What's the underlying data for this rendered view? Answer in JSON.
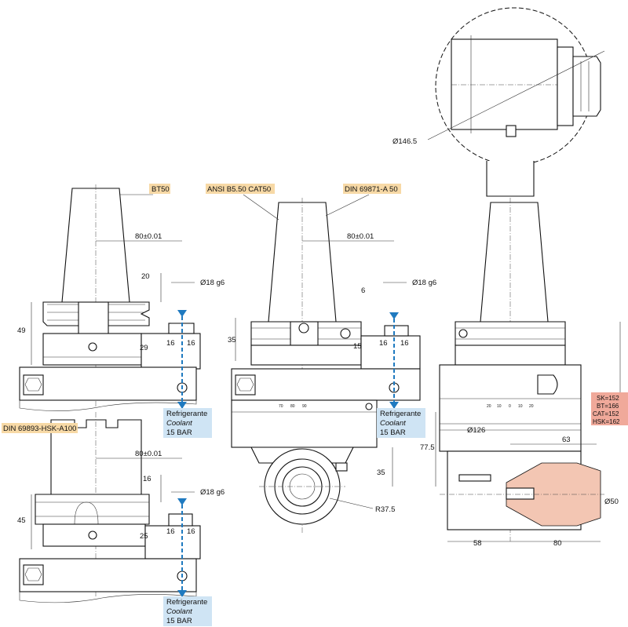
{
  "tags": {
    "bt50": "BT50",
    "ansi": "ANSI B5.50 CAT50",
    "din69871": "DIN 69871-A 50",
    "din69893": "DIN 69893-HSK-A100"
  },
  "dims": {
    "d146": "Ø146.5",
    "offset80_a": "80±0.01",
    "offset80_b": "80±0.01",
    "offset80_c": "80±0.01",
    "d18_a": "Ø18 g6",
    "d18_b": "Ø18 g6",
    "d18_c": "Ø18 g6",
    "v20": "20",
    "v49": "49",
    "v29": "29",
    "v16a1": "16",
    "v16a2": "16",
    "v6": "6",
    "v35": "35",
    "v15": "15",
    "v16b1": "16",
    "v16b2": "16",
    "v16c": "16",
    "v45": "45",
    "v25": "25",
    "v16c1": "16",
    "v16c2": "16",
    "v77": "77.5",
    "v35b": "35",
    "r37": "R37.5",
    "d126": "Ø126",
    "v63": "63",
    "d50": "Ø50",
    "v58": "58",
    "v80": "80"
  },
  "coolant": {
    "a": {
      "l1": "Refrigerante",
      "l2": "Coolant",
      "l3": "15 BAR"
    },
    "b": {
      "l1": "Refrigerante",
      "l2": "Coolant",
      "l3": "15 BAR"
    },
    "c": {
      "l1": "Refrigerante",
      "l2": "Coolant",
      "l3": "15 BAR"
    }
  },
  "lengths": {
    "l1": "SK=152",
    "l2": "BT=166",
    "l3": "CAT=152",
    "l4": "HSK=162"
  },
  "scale": {
    "a1": "70",
    "a2": "80",
    "a3": "90",
    "b1": "20",
    "b2": "10",
    "b3": "0",
    "b4": "10",
    "b5": "20"
  },
  "colors": {
    "tag": "#f7d9a6",
    "coolant_box": "#cfe4f4",
    "coolant_arrow": "#1f7ac0",
    "lengths_box": "#f0a99a"
  }
}
